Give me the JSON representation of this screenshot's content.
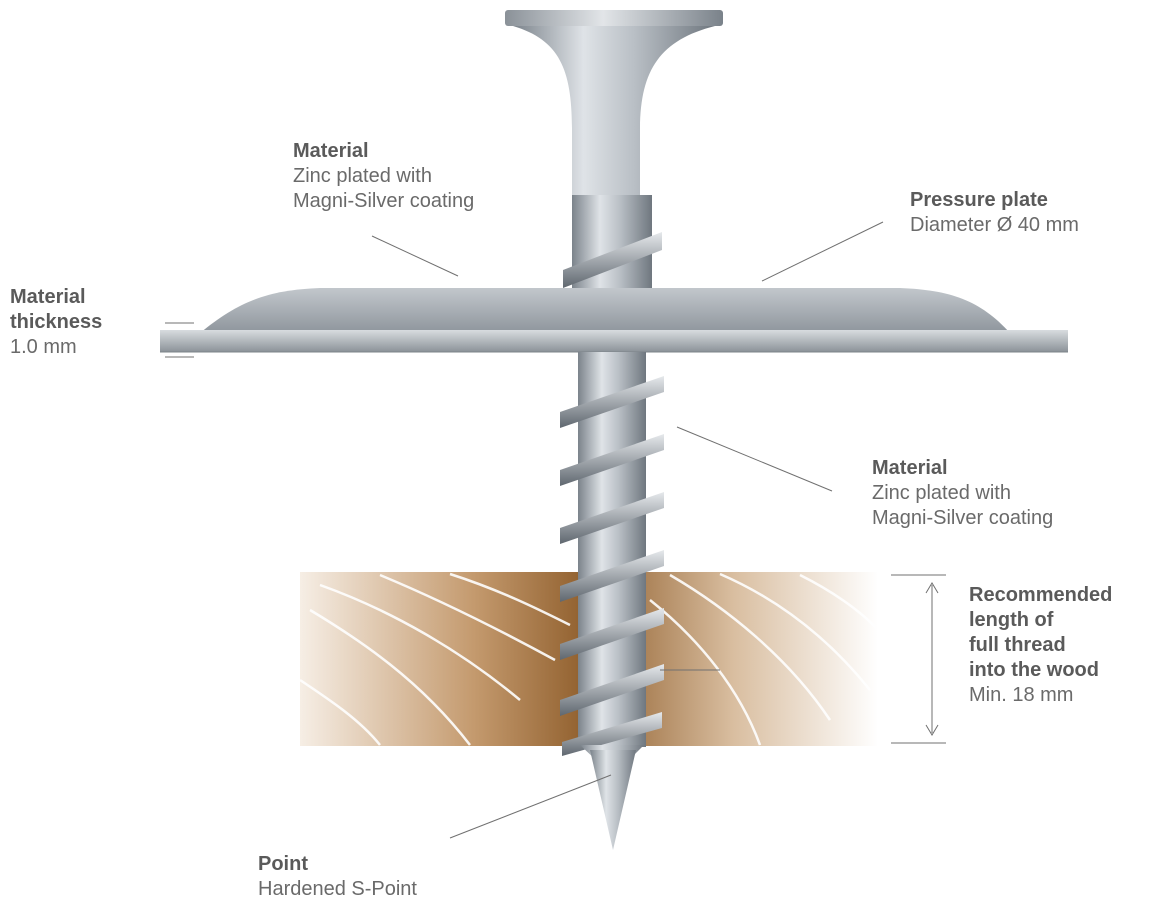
{
  "colors": {
    "heading": "#5a5a5a",
    "body_text": "#6a6a6a",
    "leader_line": "#707070",
    "metal_light": "#e4e7ea",
    "metal_mid": "#a9afb5",
    "metal_dark": "#727a82",
    "wood_light": "#f3e9dd",
    "wood_dark": "#8f5e2c"
  },
  "callouts": {
    "material_top": {
      "title": "Material",
      "line1": "Zinc plated with",
      "line2": "Magni-Silver coating"
    },
    "pressure_plate": {
      "title": "Pressure plate",
      "line1": "Diameter Ø 40 mm"
    },
    "material_thickness": {
      "title1": "Material",
      "title2": "thickness",
      "line1": "1.0 mm"
    },
    "material_right": {
      "title": "Material",
      "line1": "Zinc plated with",
      "line2": "Magni-Silver coating"
    },
    "thread_length": {
      "title1": "Recommended",
      "title2": "length of",
      "title3": "full thread",
      "title4": "into the wood",
      "line1": "Min. 18 mm"
    },
    "point": {
      "title": "Point",
      "line1": "Hardened S-Point"
    }
  }
}
